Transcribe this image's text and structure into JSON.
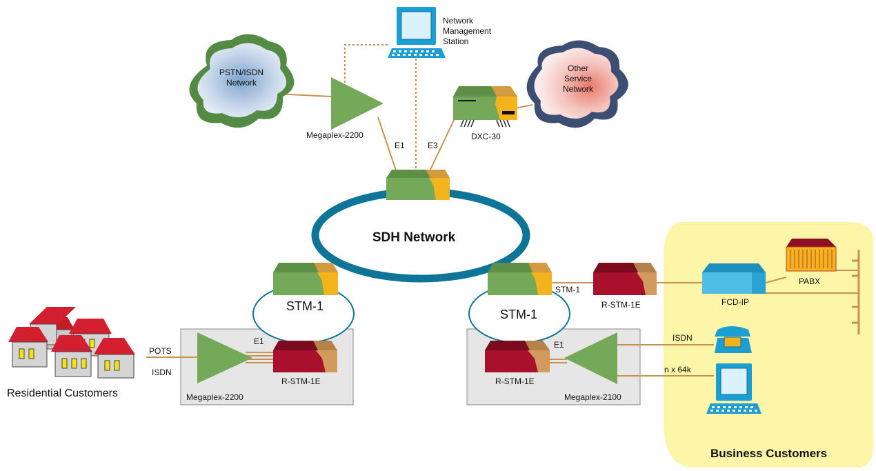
{
  "diagram": {
    "network_title": "SDH Network",
    "clouds": {
      "pstn": [
        "PSTN/ISDN",
        "Network"
      ],
      "other": [
        "Other",
        "Service",
        "Network"
      ]
    },
    "nms": [
      "Network",
      "Management",
      "Station"
    ],
    "devices": {
      "mp2200_top": "Megaplex-2200",
      "dxc": "DXC-30",
      "rstm_right_top": "R-STM-1E",
      "fcd": "FCD-IP",
      "pabx": "PABX",
      "rstm_left": "R-STM-1E",
      "rstm_right": "R-STM-1E",
      "mp2200_box": "Megaplex-2200",
      "mp2100_box": "Megaplex-2100"
    },
    "rings": {
      "left": "STM-1",
      "right": "STM-1"
    },
    "links": {
      "e1_top": "E1",
      "e3_top": "E3",
      "stm1_link": "STM-1",
      "e1_left": "E1",
      "e1_right": "E1",
      "pots": "POTS",
      "isdn_left": "ISDN",
      "isdn_right": "ISDN",
      "nx64": "n x 64k"
    },
    "groups": {
      "residential": "Residential Customers",
      "business": "Business Customers"
    },
    "colors": {
      "ring_stroke": "#0e7599",
      "link": "#c79352",
      "mux_green": "#74a95a",
      "mux_orange": "#f2b31d",
      "red_unit": "#a8102c",
      "business_bg": "#fdf6a9",
      "group_box": "#e8e8e8",
      "terminal_blue": "#1a9ed3"
    }
  }
}
